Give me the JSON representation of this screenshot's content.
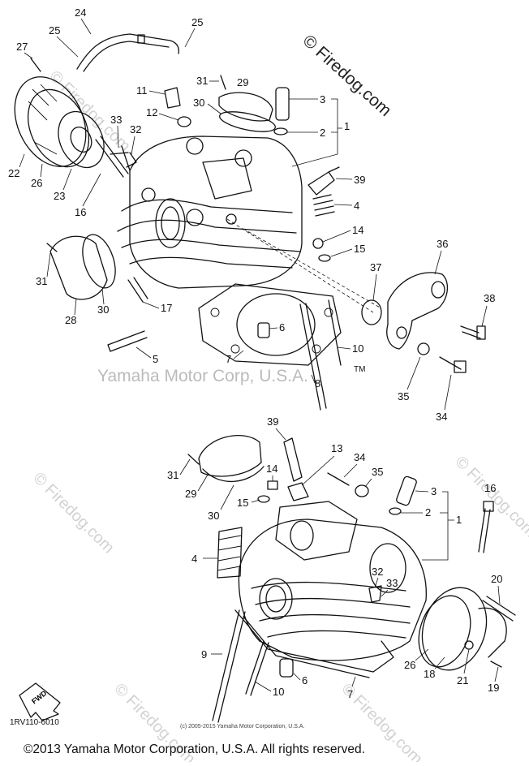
{
  "watermarks": {
    "site": "© Firedog.com",
    "brand": "Yamaha Motor Corp, U.S.A.",
    "tm": "TM"
  },
  "ref_code": "1RV110-6010",
  "fwd_label": "FWD",
  "small_copyright": "(c) 2005-2015 Yamaha Motor Corporation, U.S.A.",
  "copyright": "©2013 Yamaha Motor Corporation, U.S.A. All rights reserved.",
  "upper_callouts": [
    "24",
    "25",
    "25",
    "27",
    "29",
    "31",
    "11",
    "30",
    "12",
    "3",
    "2",
    "1",
    "33",
    "32",
    "22",
    "26",
    "23",
    "16",
    "39",
    "4",
    "14",
    "15",
    "36",
    "31",
    "37",
    "30",
    "28",
    "17",
    "38",
    "6",
    "5",
    "10",
    "7",
    "8",
    "35",
    "34"
  ],
  "lower_callouts": [
    "39",
    "13",
    "34",
    "35",
    "31",
    "29",
    "14",
    "15",
    "16",
    "3",
    "2",
    "1",
    "30",
    "4",
    "32",
    "33",
    "20",
    "9",
    "6",
    "26",
    "18",
    "21",
    "19",
    "10",
    "7"
  ]
}
